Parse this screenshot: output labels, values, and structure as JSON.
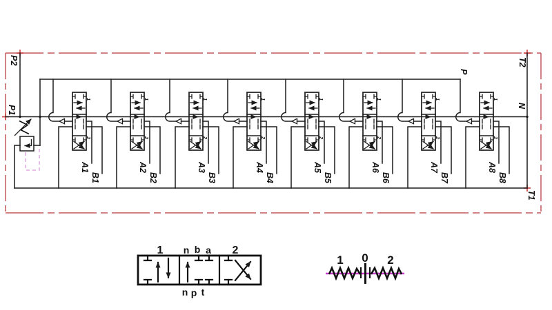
{
  "diagram": {
    "ports": {
      "p2": "P2",
      "p1": "P1",
      "t2": "T2",
      "t1": "T1",
      "n": "N",
      "p": "P"
    },
    "valve_position_labels": {
      "pos1": "1",
      "pos2": "2"
    },
    "valves": [
      {
        "a": "A1",
        "b": "B1"
      },
      {
        "a": "A2",
        "b": "B2"
      },
      {
        "a": "A3",
        "b": "B3"
      },
      {
        "a": "A4",
        "b": "B4"
      },
      {
        "a": "A5",
        "b": "B5"
      },
      {
        "a": "A6",
        "b": "B6"
      },
      {
        "a": "A7",
        "b": "B7"
      },
      {
        "a": "A8",
        "b": "B8"
      }
    ],
    "spool_detail": {
      "top_labels": [
        "1",
        "n",
        "b",
        "a",
        "2"
      ],
      "bottom_labels": [
        "n",
        "p",
        "t"
      ]
    },
    "lever_detail": {
      "position_labels": [
        "1",
        "0",
        "2"
      ]
    },
    "colors": {
      "line": "#1c1c1c",
      "boundary_red": "#c4575a",
      "pilot_magenta": "#dfa8df",
      "lever_magenta": "#c93fc9"
    }
  }
}
